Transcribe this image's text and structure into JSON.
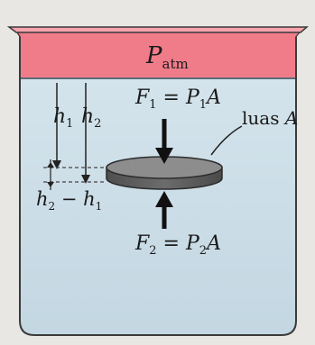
{
  "figure": {
    "atmosphere": {
      "symbol": "P",
      "subscript": "atm"
    },
    "depth_upper": {
      "symbol": "h",
      "subscript": "1"
    },
    "depth_lower": {
      "symbol": "h",
      "subscript": "2"
    },
    "depth_difference": {
      "left": "h",
      "left_sub": "2",
      "op": " − ",
      "right": "h",
      "right_sub": "1"
    },
    "force_top": {
      "F": "F",
      "F_sub": "1",
      "eq": " = ",
      "P": "P",
      "P_sub": "1",
      "A": "A"
    },
    "force_bottom": {
      "F": "F",
      "F_sub": "2",
      "eq": " = ",
      "P": "P",
      "P_sub": "2",
      "A": "A"
    },
    "area_label": {
      "word": "luas ",
      "symbol": "A"
    }
  },
  "colors": {
    "air_band": "#f07c89",
    "water": "#cfe1ea",
    "beaker_outline": "#3a3a3a",
    "disk_top": "#8d8d8d",
    "disk_side": "#5e5e5e",
    "arrow": "#111111"
  }
}
